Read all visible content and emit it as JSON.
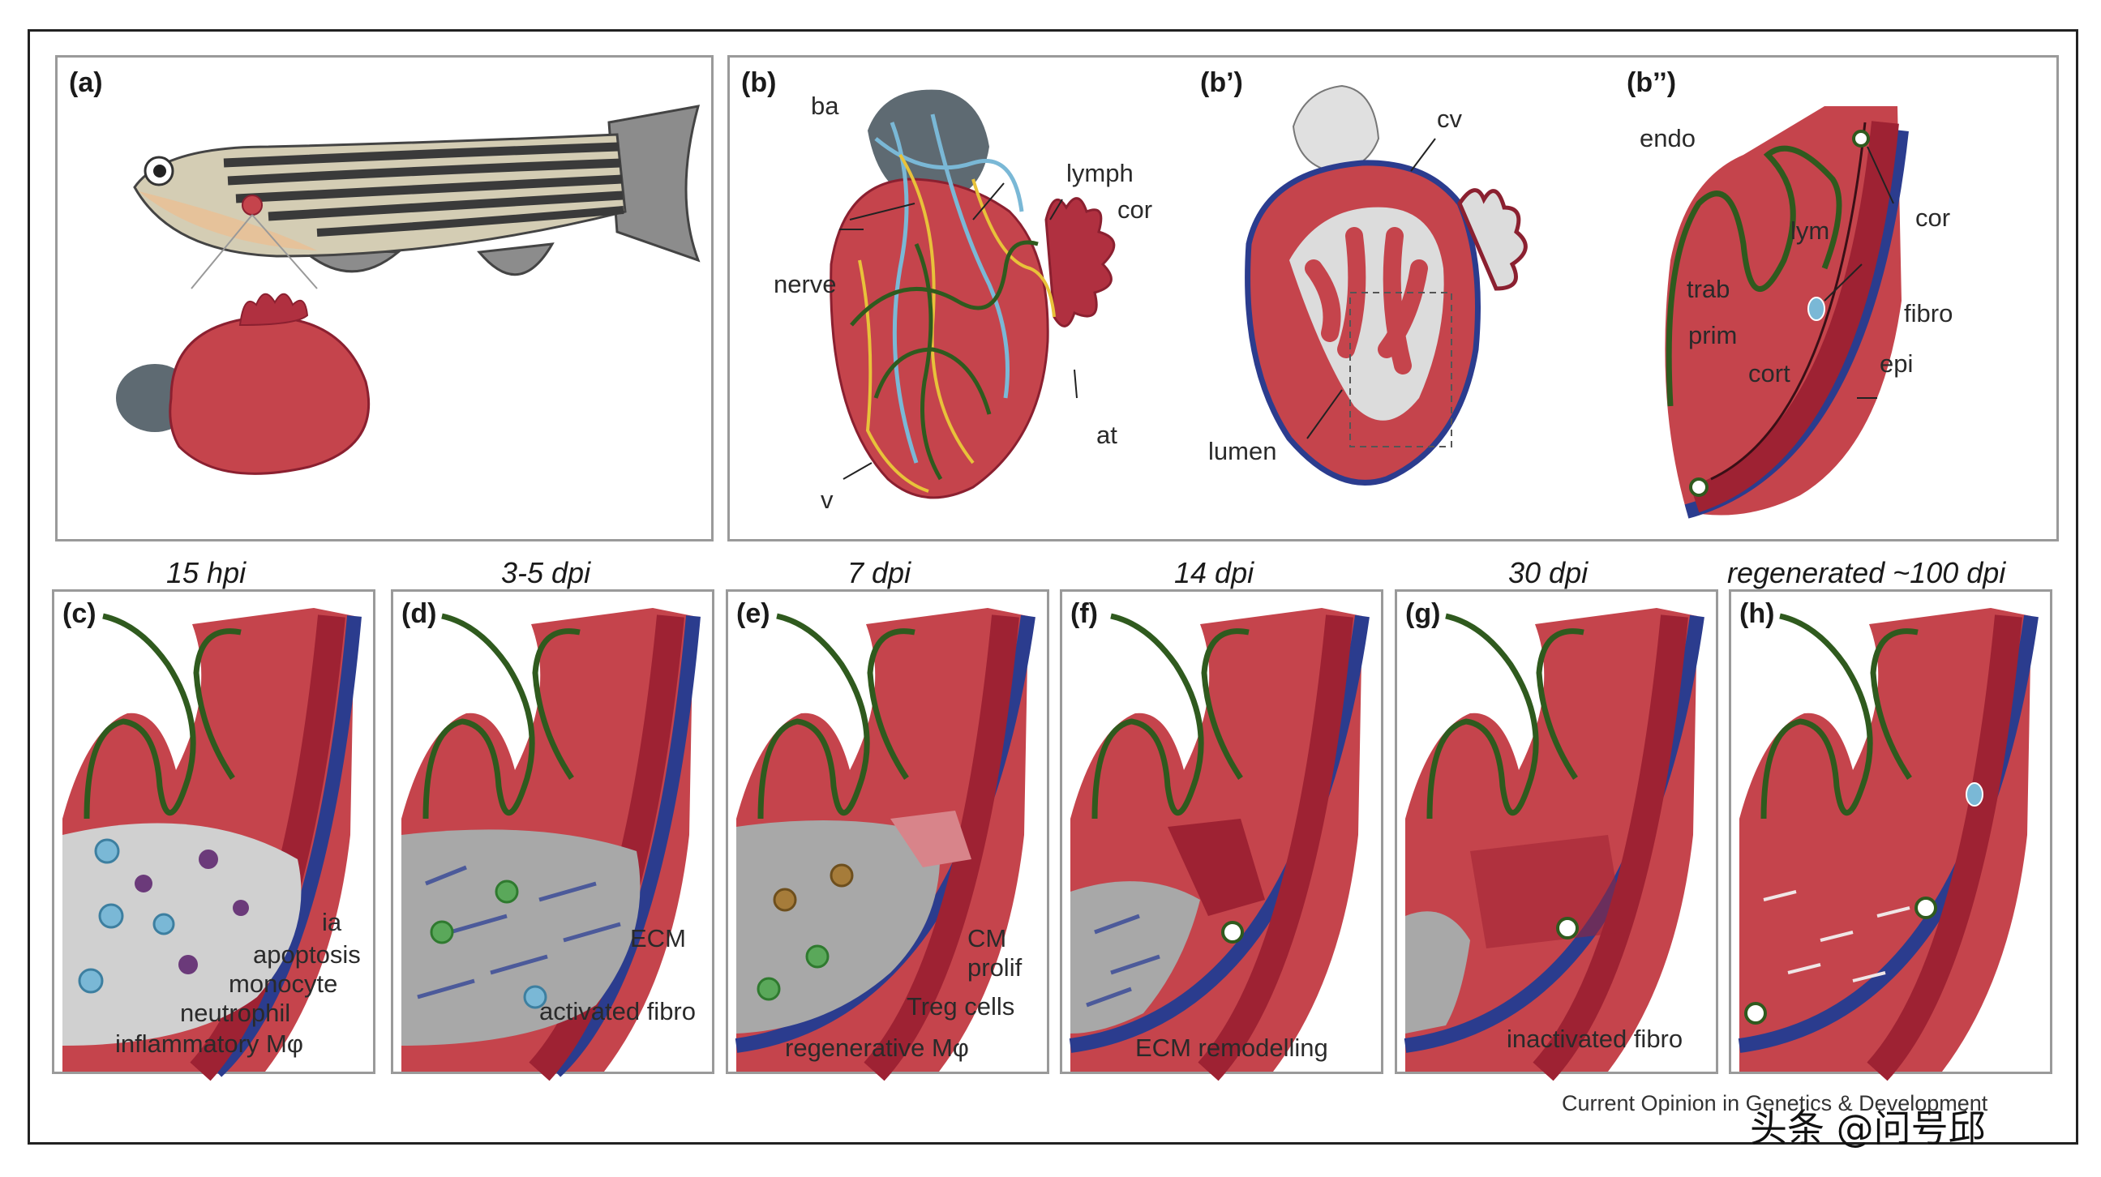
{
  "figure": {
    "top": {
      "a": {
        "tag": "(a)"
      },
      "b": {
        "tag": "(b)",
        "labels": {
          "ba": "ba",
          "lymph": "lymph",
          "cor": "cor",
          "nerve": "nerve",
          "at": "at",
          "v": "v"
        }
      },
      "b_prime": {
        "tag": "(b’)",
        "labels": {
          "cv": "cv",
          "lumen": "lumen"
        }
      },
      "b_double": {
        "tag": "(b’’)",
        "labels": {
          "endo": "endo",
          "cor": "cor",
          "lym": "lym",
          "trab": "trab",
          "fibro": "fibro",
          "prim": "prim",
          "cort": "cort",
          "epi": "epi"
        }
      }
    },
    "stages": [
      {
        "tag": "(c)",
        "time": "15 hpi",
        "labels": [
          "ia",
          "apoptosis",
          "monocyte",
          "neutrophil",
          "inflammatory Mφ"
        ]
      },
      {
        "tag": "(d)",
        "time": "3-5 dpi",
        "labels": [
          "ECM",
          "activated fibro"
        ]
      },
      {
        "tag": "(e)",
        "time": "7 dpi",
        "labels": [
          "CM",
          "prolif",
          "Treg cells",
          "regenerative Mφ"
        ]
      },
      {
        "tag": "(f)",
        "time": "14 dpi",
        "labels": [
          "ECM remodelling"
        ]
      },
      {
        "tag": "(g)",
        "time": "30 dpi",
        "labels": [
          "inactivated fibro"
        ]
      },
      {
        "tag": "(h)",
        "time": "regenerated ~100 dpi",
        "labels": []
      }
    ],
    "credit": "Current Opinion in Genetics & Development",
    "watermark": "头条 @问号邱"
  },
  "colors": {
    "myocardium": "#c5444c",
    "cortical": "#9e2233",
    "epicardium": "#2b3c8e",
    "endocardium": "#2f5a1e",
    "wound": "#d0d0d0",
    "ecm": "#a8a8a8",
    "lymph": "#7ab8d6",
    "nerve": "#e8c23a",
    "bulbus": "#5e6a72",
    "fish_body": "#d4cdb4",
    "fish_stripe": "#3a3a3a"
  }
}
